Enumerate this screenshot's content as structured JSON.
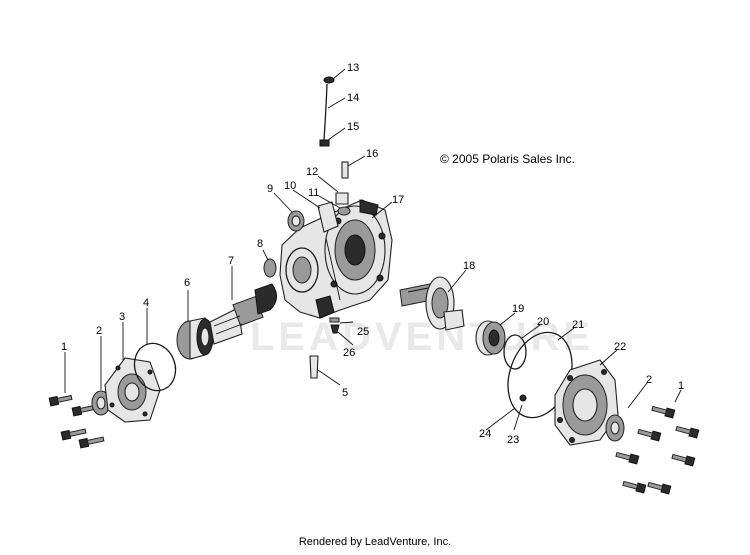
{
  "copyright": "© 2005 Polaris Sales Inc.",
  "footer": "Rendered by LeadVenture, Inc.",
  "watermark": "LEADVENTURE",
  "callouts": {
    "c1a": "1",
    "c2a": "2",
    "c3": "3",
    "c4": "4",
    "c5": "5",
    "c6": "6",
    "c7": "7",
    "c8": "8",
    "c9": "9",
    "c10": "10",
    "c11": "11",
    "c12": "12",
    "c13": "13",
    "c14": "14",
    "c15": "15",
    "c16": "16",
    "c17": "17",
    "c18": "18",
    "c19": "19",
    "c20": "20",
    "c21": "21",
    "c22": "22",
    "c23": "23",
    "c24": "24",
    "c25": "25",
    "c26": "26",
    "c2b": "2",
    "c1b": "1"
  }
}
